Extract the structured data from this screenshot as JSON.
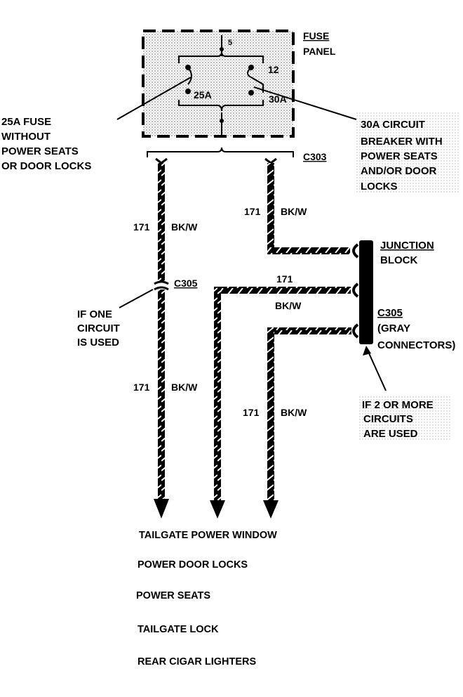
{
  "fuse_panel": {
    "label_line1": "FUSE",
    "label_line2": "PANEL",
    "fuse_25a": "25A",
    "breaker_30a": "30A",
    "terminal_12": "12",
    "terminal_5": "5"
  },
  "callouts": {
    "fuse_25a_note": [
      "25A FUSE",
      "WITHOUT",
      "POWER SEATS",
      "OR DOOR LOCKS"
    ],
    "breaker_note": [
      "30A CIRCUIT",
      "BREAKER WITH",
      "POWER SEATS",
      "AND/OR DOOR",
      "LOCKS"
    ],
    "one_circuit_note": [
      "IF ONE",
      "CIRCUIT",
      "IS USED"
    ],
    "two_circuit_note": [
      "IF 2 OR MORE",
      "CIRCUITS",
      "ARE USED"
    ]
  },
  "connectors": {
    "c303": "C303",
    "c305_inline": "C305",
    "junction_block": [
      "JUNCTION",
      "BLOCK"
    ],
    "c305_block": [
      "C305",
      "(GRAY",
      "CONNECTORS)"
    ]
  },
  "wires": {
    "circuit": "171",
    "color": "BK/W"
  },
  "destinations": [
    "TAILGATE POWER WINDOW",
    "POWER DOOR LOCKS",
    "POWER SEATS",
    "TAILGATE LOCK",
    "REAR CIGAR LIGHTERS"
  ]
}
